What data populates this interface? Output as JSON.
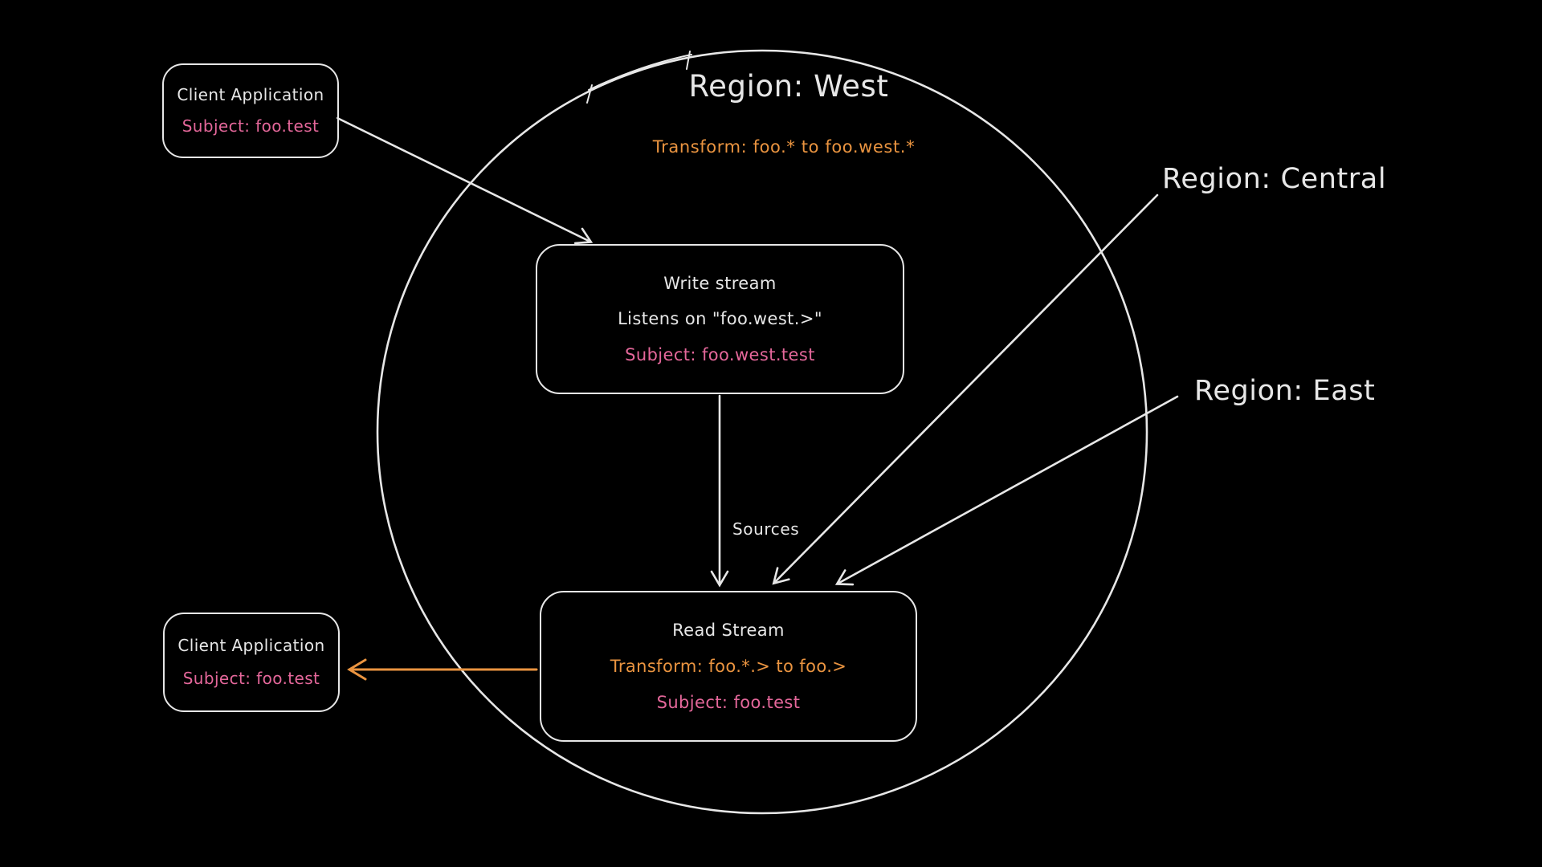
{
  "colors": {
    "background": "#000000",
    "stroke": "#e7e7e7",
    "pink": "#e4679a",
    "orange": "#ea9440"
  },
  "region_west": {
    "title": "Region: West",
    "transform": "Transform: foo.* to foo.west.*"
  },
  "client_top": {
    "title": "Client Application",
    "subject": "Subject: foo.test"
  },
  "write_stream": {
    "title": "Write stream",
    "listens": "Listens on \"foo.west.>\"",
    "subject": "Subject: foo.west.test"
  },
  "read_stream": {
    "title": "Read Stream",
    "transform": "Transform: foo.*.> to foo.>",
    "subject": "Subject: foo.test"
  },
  "client_bottom": {
    "title": "Client Application",
    "subject": "Subject: foo.test"
  },
  "labels": {
    "sources": "Sources",
    "region_central": "Region: Central",
    "region_east": "Region: East"
  }
}
